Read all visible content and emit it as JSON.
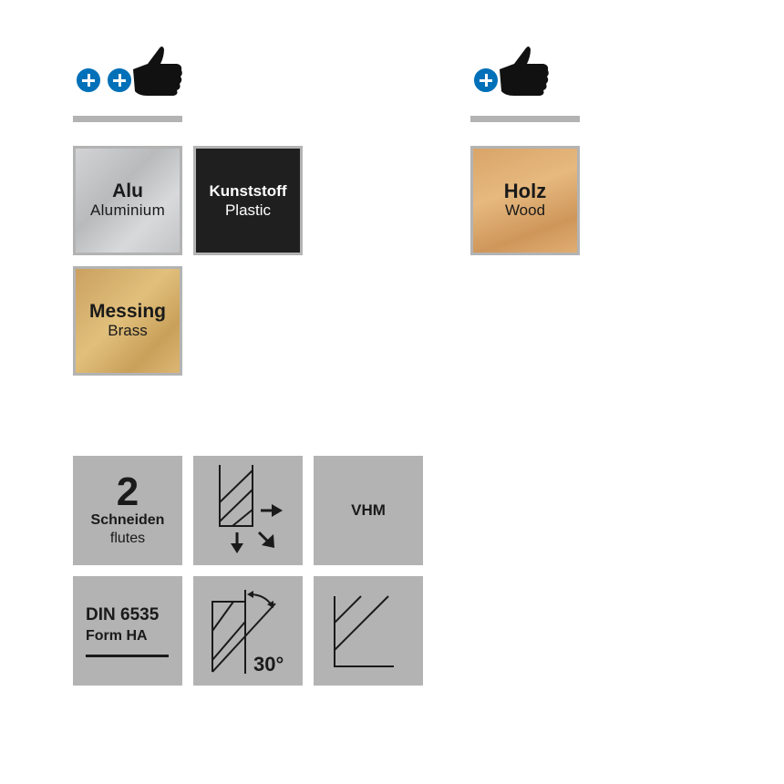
{
  "ratings": {
    "left": {
      "level": 2,
      "icons": [
        "plus-icon",
        "plus-icon",
        "thumbs-up-icon"
      ]
    },
    "right": {
      "level": 1,
      "icons": [
        "plus-icon",
        "thumbs-up-icon"
      ]
    }
  },
  "materials_left": [
    {
      "name": "Alu",
      "sub": "Aluminium"
    },
    {
      "name": "Kunststoff",
      "sub": "Plastic"
    },
    {
      "name": "Messing",
      "sub": "Brass"
    }
  ],
  "materials_right": [
    {
      "name": "Holz",
      "sub": "Wood"
    }
  ],
  "specs": {
    "flutes": {
      "number": "2",
      "label": "Schneiden",
      "sub": "flutes"
    },
    "cutting_directions": {
      "icon": "cutting-direction-icon"
    },
    "material": {
      "label": "VHM"
    },
    "din": {
      "line1": "DIN 6535",
      "line2": "Form HA"
    },
    "helix": {
      "angle": "30°"
    },
    "chamfer": {
      "icon": "chamfer-profile-icon"
    }
  },
  "colors": {
    "plus_blue": "#0070b8",
    "tile_gray": "#b3b3b3",
    "text_dark": "#1a1a1a"
  }
}
